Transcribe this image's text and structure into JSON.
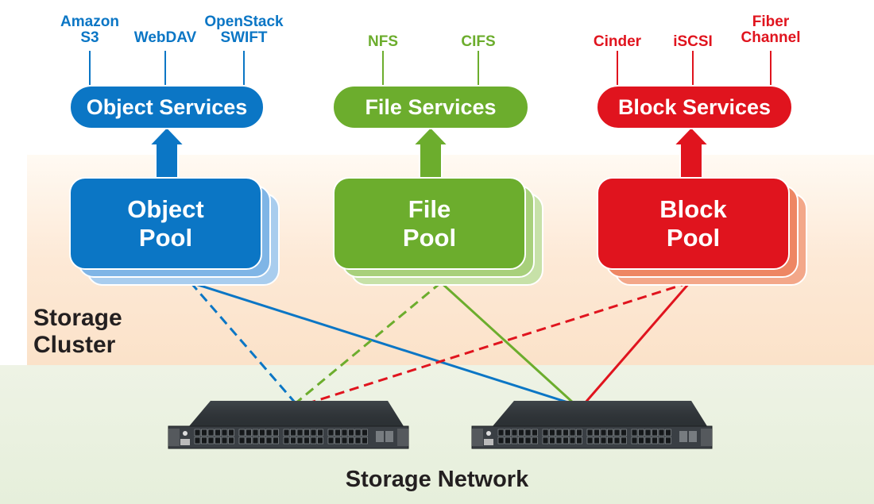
{
  "colors": {
    "object": "#0b76c5",
    "file": "#6cad2d",
    "block": "#e0141e"
  },
  "object": {
    "protocols": [
      "Amazon\nS3",
      "WebDAV",
      "OpenStack\nSWIFT"
    ],
    "service": "Object Services",
    "pool": "Object\nPool"
  },
  "file": {
    "protocols": [
      "NFS",
      "CIFS"
    ],
    "service": "File Services",
    "pool": "File\nPool"
  },
  "block": {
    "protocols": [
      "Cinder",
      "iSCSI",
      "Fiber\nChannel"
    ],
    "service": "Block Services",
    "pool": "Block\nPool"
  },
  "cluster_label": "Storage\nCluster",
  "network_label": "Storage Network",
  "connections": [
    {
      "from": "object-pool",
      "to": "switch-1",
      "style": "dashed",
      "color": "object"
    },
    {
      "from": "object-pool",
      "to": "switch-2",
      "style": "solid",
      "color": "object"
    },
    {
      "from": "file-pool",
      "to": "switch-1",
      "style": "dashed",
      "color": "file"
    },
    {
      "from": "file-pool",
      "to": "switch-2",
      "style": "solid",
      "color": "file"
    },
    {
      "from": "block-pool",
      "to": "switch-1",
      "style": "dashed",
      "color": "block"
    },
    {
      "from": "block-pool",
      "to": "switch-2",
      "style": "solid",
      "color": "block"
    }
  ]
}
